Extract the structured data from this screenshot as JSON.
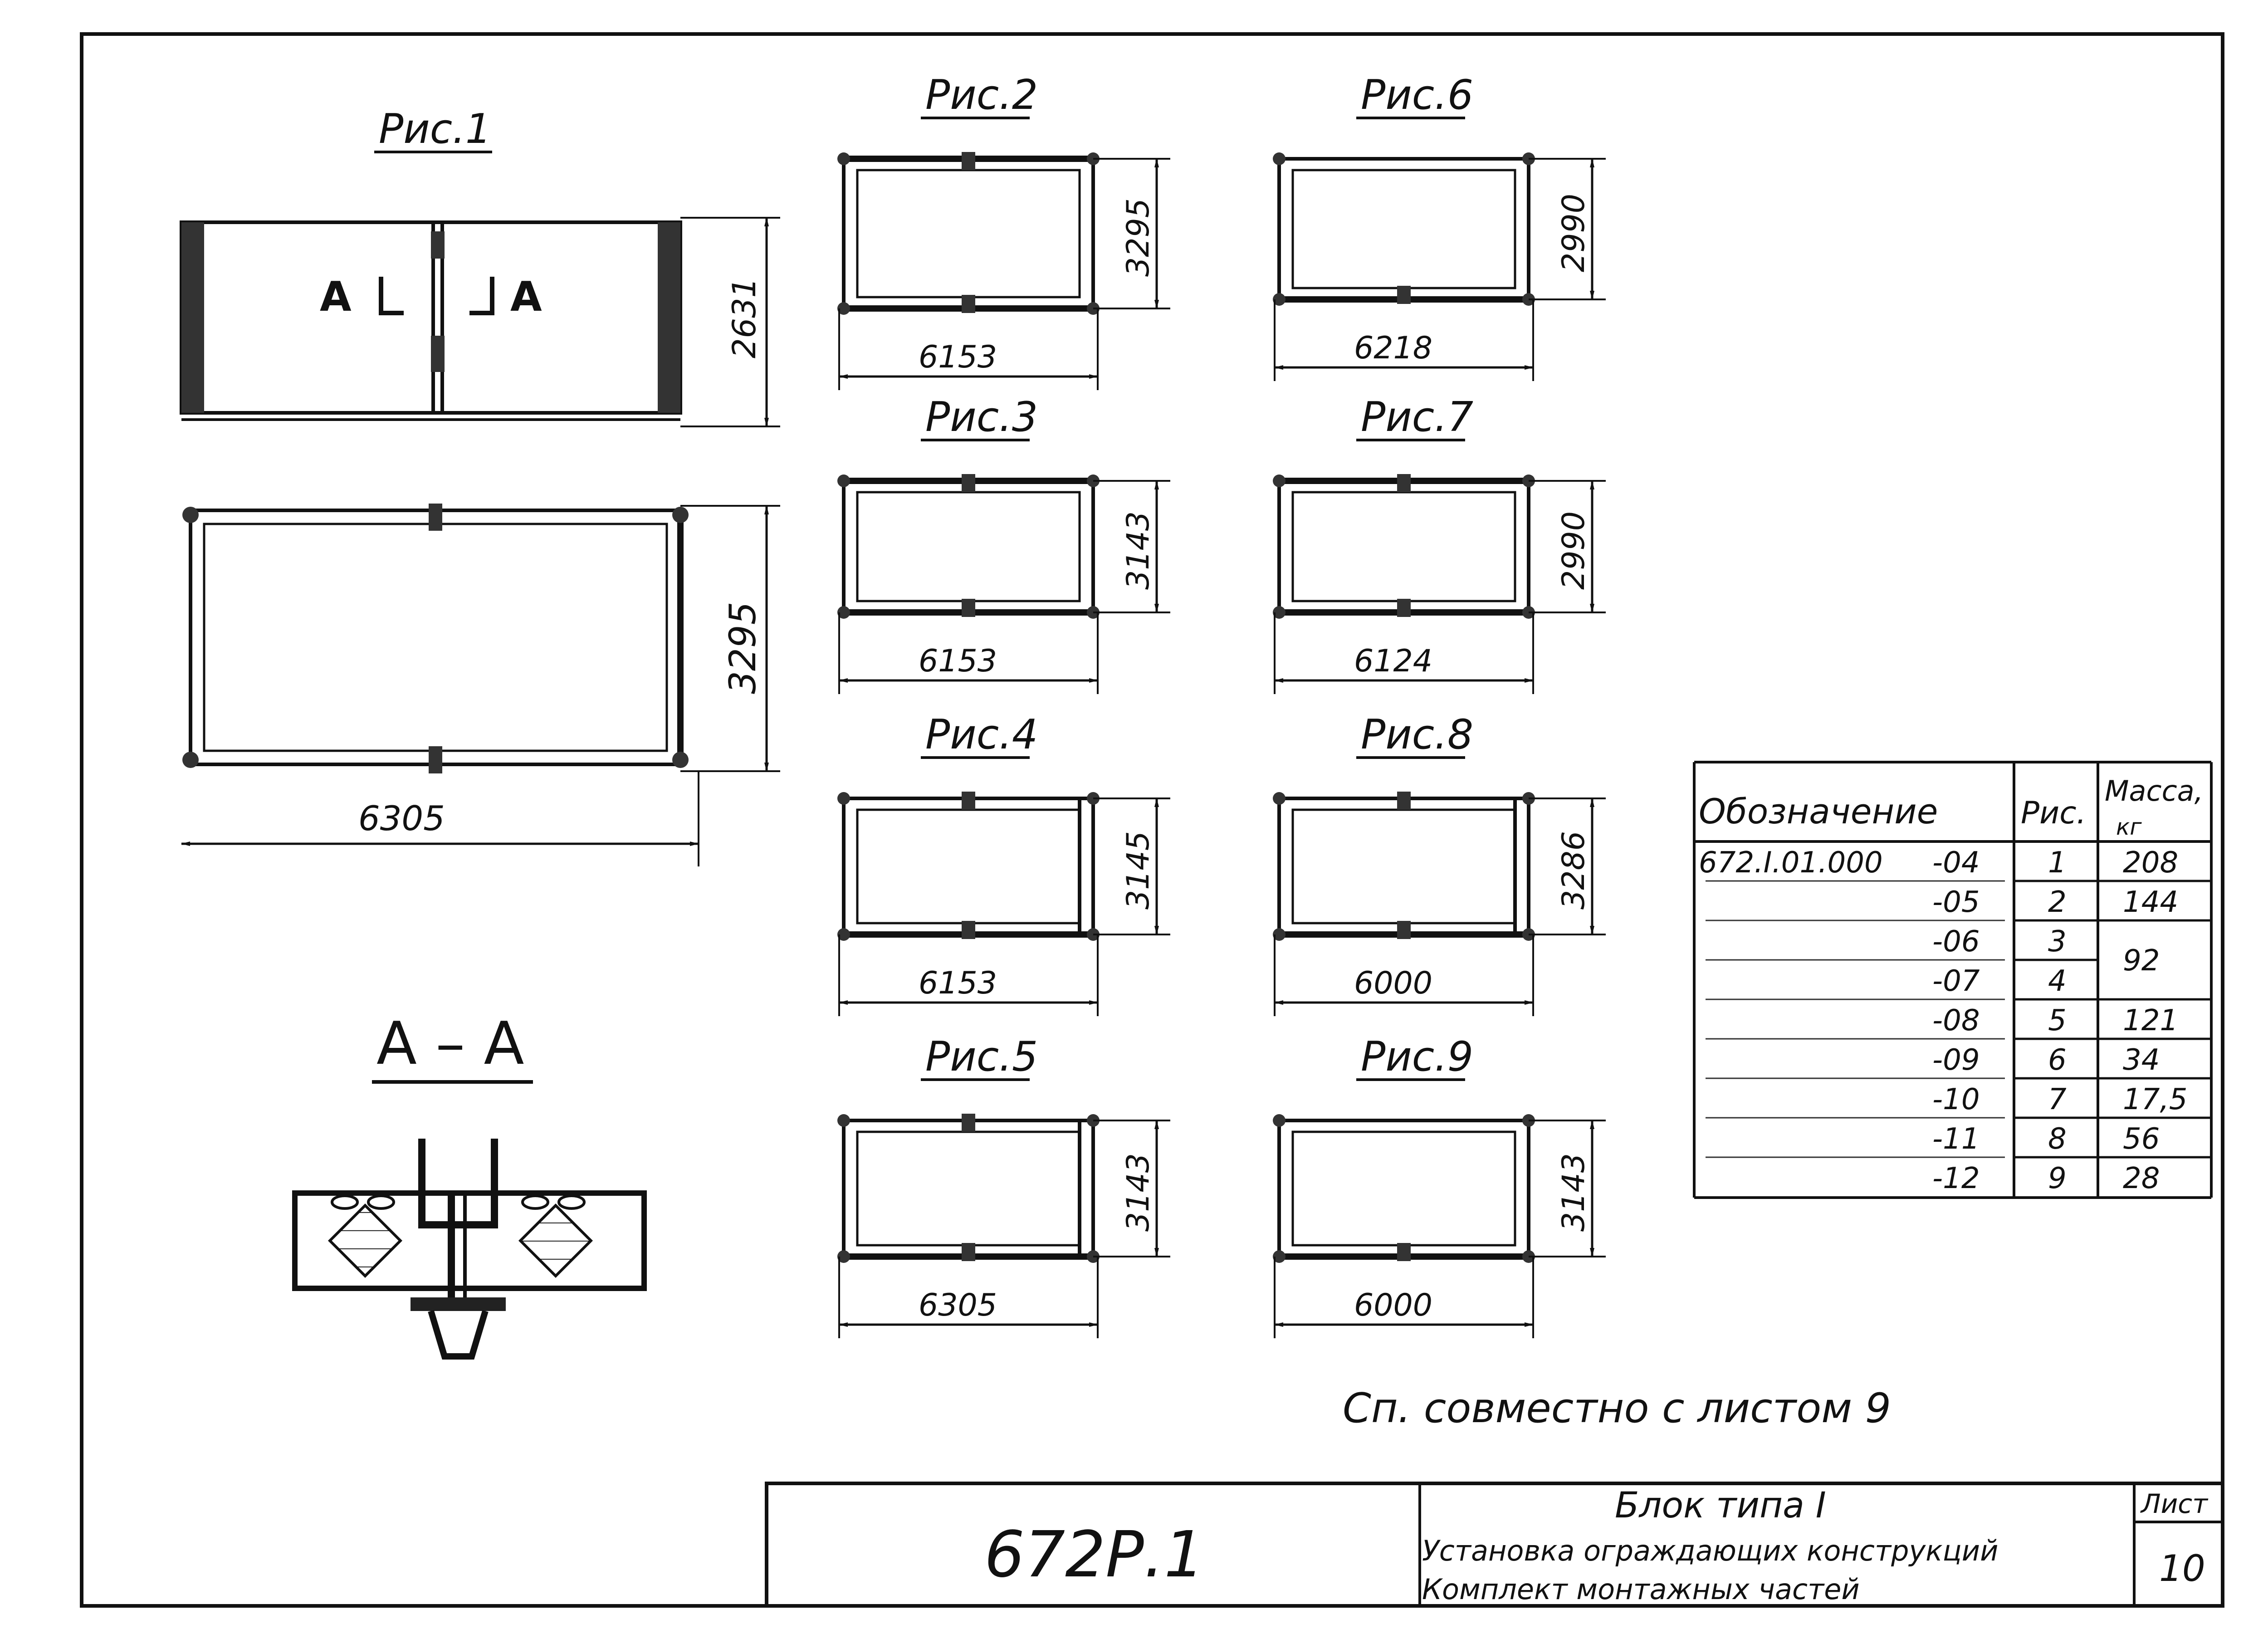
{
  "figures": [
    {
      "caption": "Рис.1",
      "dim_width": "6305",
      "dim_height": "2631",
      "dim_height2": "3295",
      "section_mark_left": "А",
      "section_mark_right": "А"
    },
    {
      "caption": "Рис.2",
      "dim_width": "6153",
      "dim_height": "3295"
    },
    {
      "caption": "Рис.3",
      "dim_width": "6153",
      "dim_height": "3143"
    },
    {
      "caption": "Рис.4",
      "dim_width": "6153",
      "dim_height": "3145"
    },
    {
      "caption": "Рис.5",
      "dim_width": "6305",
      "dim_height": "3143"
    },
    {
      "caption": "Рис.6",
      "dim_width": "6218",
      "dim_height": "2990"
    },
    {
      "caption": "Рис.7",
      "dim_width": "6124",
      "dim_height": "2990"
    },
    {
      "caption": "Рис.8",
      "dim_width": "6000",
      "dim_height": "3286"
    },
    {
      "caption": "Рис.9",
      "dim_width": "6000",
      "dim_height": "3143"
    }
  ],
  "section": {
    "title": "А – А"
  },
  "spec_table": {
    "headers": [
      "Обозначение",
      "Рис.",
      "Масса,",
      "кг"
    ],
    "designation_prefix": "672.I.01.000",
    "rows": [
      {
        "suffix": "-04",
        "fig": "1",
        "mass": "208"
      },
      {
        "suffix": "-05",
        "fig": "2",
        "mass": "144"
      },
      {
        "suffix": "-06",
        "fig": "3",
        "mass": "92"
      },
      {
        "suffix": "-07",
        "fig": "4",
        "mass": ""
      },
      {
        "suffix": "-08",
        "fig": "5",
        "mass": "121"
      },
      {
        "suffix": "-09",
        "fig": "6",
        "mass": "34"
      },
      {
        "suffix": "-10",
        "fig": "7",
        "mass": "17,5"
      },
      {
        "suffix": "-11",
        "fig": "8",
        "mass": "56"
      },
      {
        "suffix": "-12",
        "fig": "9",
        "mass": "28"
      }
    ]
  },
  "note": "Сп. совместно с листом 9",
  "title_block": {
    "code": "672Р.1",
    "line1": "Блок типа I",
    "line2": "Установка ограждающих конструкций",
    "line3": "Комплект монтажных частей",
    "sheet_label": "Лист",
    "sheet_number": "10"
  }
}
